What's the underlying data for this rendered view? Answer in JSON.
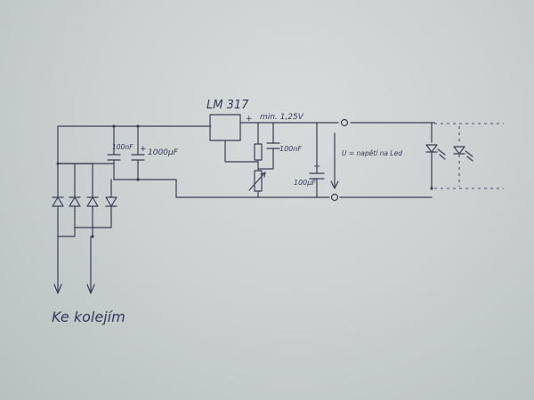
{
  "diagram": {
    "labels": {
      "regulator": "LM 317",
      "out_plus": "+",
      "voltage": "min. 1,25V",
      "cap_100nF_left": "100nF",
      "cap_plus_left": "+",
      "cap_1000uF": "1000μF",
      "cap_100nF_mid": "100nF",
      "cap_plus_right": "+",
      "cap_100uF": "100μF",
      "u_label": "U = napětí na Led",
      "footer": "Ke kolejím"
    }
  }
}
